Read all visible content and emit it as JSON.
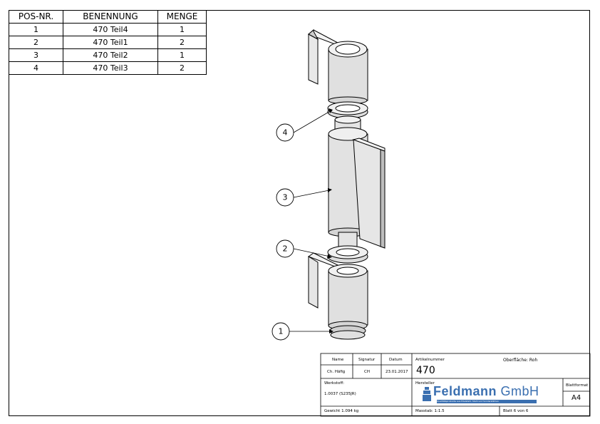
{
  "bom": {
    "headers": [
      "POS-NR.",
      "BENENNUNG",
      "MENGE"
    ],
    "rows": [
      {
        "pos": "1",
        "name": "470 Teil4",
        "qty": "1"
      },
      {
        "pos": "2",
        "name": "470 Teil1",
        "qty": "2"
      },
      {
        "pos": "3",
        "name": "470 Teil2",
        "qty": "1"
      },
      {
        "pos": "4",
        "name": "470 Teil3",
        "qty": "2"
      }
    ]
  },
  "balloons": [
    "1",
    "2",
    "3",
    "4"
  ],
  "title_block": {
    "name_label": "Name",
    "signature_label": "Signatur",
    "date_label": "Datum",
    "article_label": "Artikelnummer",
    "surface_label": "Oberfläche: Roh",
    "name_value": "Ch. Häfig",
    "signature_value": "CH",
    "date_value": "23.01.2017",
    "article_value": "470",
    "material_label": "Werkstoff:",
    "material_value": "1.0037 (S235JR)",
    "manufacturer_label": "Hersteller",
    "logo_name": "Feldmann",
    "logo_suffix": "GmbH",
    "logo_tagline": "Qualitätsprodukte aus Edelstahl, Stahl und Sonderstählen",
    "sheet_format_label": "Blattformat",
    "sheet_format_value": "A4",
    "weight": "Gewicht 1.094 kg",
    "scale": "Masstab: 1:1.5",
    "sheet": "Blatt 6 von 6"
  }
}
